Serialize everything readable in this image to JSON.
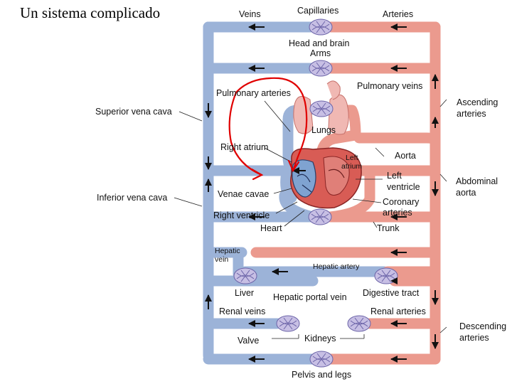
{
  "slide": {
    "title": "Un sistema complicado"
  },
  "colors": {
    "vein": "#9cb3d8",
    "artery": "#eb9a8e",
    "capillary": "#c7bfe4",
    "arrow": "#111111",
    "annotation": "#e00000"
  },
  "labels": {
    "veins": "Veins",
    "capillaries": "Capillaries",
    "arteries": "Arteries",
    "head_and_brain": "Head and brain",
    "arms": "Arms",
    "pulmonary_arteries": "Pulmonary arteries",
    "pulmonary_veins": "Pulmonary veins",
    "ascending_arteries": [
      "Ascending",
      "arteries"
    ],
    "superior_vena_cava": "Superior vena cava",
    "lungs": "Lungs",
    "right_atrium": "Right atrium",
    "left_atrium": [
      "Left",
      "atrium"
    ],
    "aorta": "Aorta",
    "left_ventricle": [
      "Left",
      "ventricle"
    ],
    "abdominal_aorta": [
      "Abdominal",
      "aorta"
    ],
    "inferior_vena_cava": "Inferior vena cava",
    "venae_cavae": "Venae cavae",
    "coronary_arteries": [
      "Coronary",
      "arteries"
    ],
    "right_ventricle": "Right ventricle",
    "heart": "Heart",
    "trunk": "Trunk",
    "hepatic_vein": [
      "Hepatic",
      "vein"
    ],
    "hepatic_artery": "Hepatic artery",
    "liver": "Liver",
    "hepatic_portal_vein": "Hepatic portal vein",
    "digestive_tract": "Digestive tract",
    "renal_veins": "Renal veins",
    "renal_arteries": "Renal arteries",
    "descending_arteries": [
      "Descending",
      "arteries"
    ],
    "valve": "Valve",
    "kidneys": "Kidneys",
    "pelvis_and_legs": "Pelvis and legs"
  }
}
